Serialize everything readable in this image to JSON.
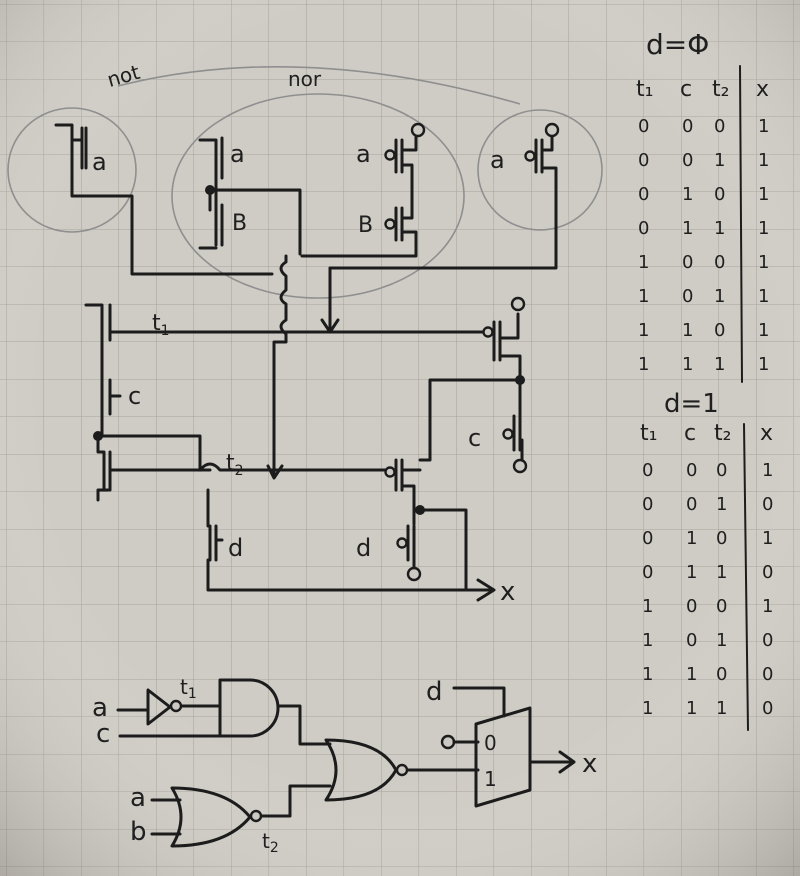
{
  "annotations": {
    "not": "not",
    "nor": "nor"
  },
  "circuit_labels": {
    "a_left": "a",
    "a_nor_1": "a",
    "b_nor_1": "B",
    "a_nor_2": "a",
    "b_nor_2": "B",
    "a_right": "a",
    "t1": "t",
    "t1_sub": "1",
    "c_left": "c",
    "t2": "t",
    "t2_sub": "2",
    "c_right": "c",
    "d_left": "d",
    "d_right": "d",
    "x_out": "x"
  },
  "gates": {
    "in_a": "a",
    "in_c": "c",
    "in_a2": "a",
    "in_b2": "b",
    "t1_main": "t",
    "t1_sub": "1",
    "t2_main": "t",
    "t2_sub": "2",
    "mux_sel": "d",
    "mux_in0_const": "0",
    "mux_in0_label": "0",
    "mux_in1_label": "1",
    "mux_out": "x"
  },
  "tables": [
    {
      "title": "d=Φ",
      "headers": [
        "t₁",
        "c",
        "t₂",
        "x"
      ],
      "rows": [
        [
          "0",
          "0",
          "0",
          "1"
        ],
        [
          "0",
          "0",
          "1",
          "1"
        ],
        [
          "0",
          "1",
          "0",
          "1"
        ],
        [
          "0",
          "1",
          "1",
          "1"
        ],
        [
          "1",
          "0",
          "0",
          "1"
        ],
        [
          "1",
          "0",
          "1",
          "1"
        ],
        [
          "1",
          "1",
          "0",
          "1"
        ],
        [
          "1",
          "1",
          "1",
          "1"
        ]
      ]
    },
    {
      "title": "d=1",
      "headers": [
        "t₁",
        "c",
        "t₂",
        "x"
      ],
      "rows": [
        [
          "0",
          "0",
          "0",
          "1"
        ],
        [
          "0",
          "0",
          "1",
          "0"
        ],
        [
          "0",
          "1",
          "0",
          "1"
        ],
        [
          "0",
          "1",
          "1",
          "0"
        ],
        [
          "1",
          "0",
          "0",
          "1"
        ],
        [
          "1",
          "0",
          "1",
          "0"
        ],
        [
          "1",
          "1",
          "0",
          "0"
        ],
        [
          "1",
          "1",
          "1",
          "0"
        ]
      ]
    }
  ]
}
